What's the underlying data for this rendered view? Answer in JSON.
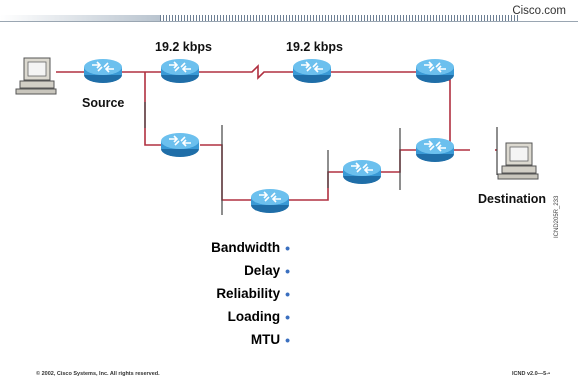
{
  "header": {
    "brand": "Cisco.com"
  },
  "diagram": {
    "link_labels": [
      "19.2 kbps",
      "19.2 kbps"
    ],
    "source_label": "Source",
    "destination_label": "Destination",
    "figure_id": "ICND205R_233"
  },
  "metrics": [
    "Bandwidth",
    "Delay",
    "Reliability",
    "Loading",
    "MTU"
  ],
  "footer": {
    "copyright": "© 2002, Cisco Systems, Inc. All rights reserved.",
    "course_code": "ICND v2.0—5-•"
  },
  "colors": {
    "link": "#b03040",
    "router_body": "#3a9ad6",
    "bullet": "#3a6fbf"
  }
}
